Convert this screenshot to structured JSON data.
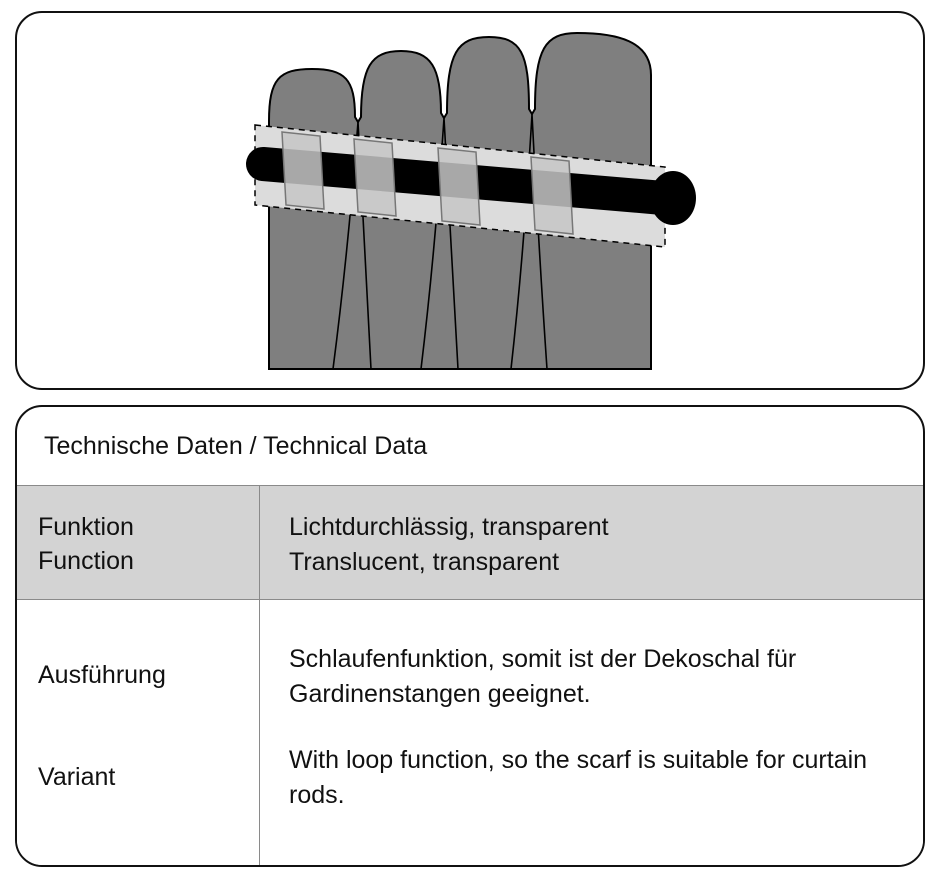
{
  "illustration": {
    "name": "curtain scarf with loop function hanging on a curtain rod",
    "parts": {
      "curtain": "curtain-fabric",
      "rod": "curtain-rod",
      "band": "translucent-sheer-band",
      "loops": "fabric-loop-tabs"
    }
  },
  "table": {
    "title": "Technische Daten / Technical Data",
    "row1": {
      "label_de": "Funktion",
      "label_en": "Function",
      "value_de": "Lichtdurchlässig, transparent",
      "value_en": "Translucent, transparent"
    },
    "row2": {
      "label_de": "Ausführung",
      "label_en": "Variant",
      "value_de": "Schlaufenfunktion, somit ist der Dekoschal für Gardinenstangen geeignet.",
      "value_en": "With loop function, so the scarf is suitable for curtain rods."
    }
  },
  "colors": {
    "frame_border": "#111111",
    "row_shade": "#d3d3d3",
    "grid_line": "#8a8a8a",
    "curtain_gray": "#7f7f7f",
    "sheer_band_gray": "#dcdcdc",
    "loop_tab_gray": "#c6c6c6",
    "rod_black": "#000000"
  }
}
